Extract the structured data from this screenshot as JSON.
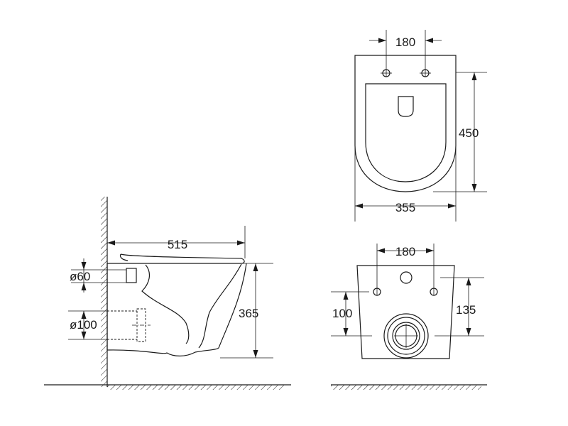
{
  "dimensions": {
    "side_length": "515",
    "inlet_diameter": "ø60",
    "outlet_diameter": "ø100",
    "side_height": "365",
    "top_bolt_spacing": "180",
    "top_depth": "450",
    "top_width": "355",
    "rear_bolt_spacing": "180",
    "rear_outlet_height": "100",
    "rear_bolt_height": "135"
  }
}
